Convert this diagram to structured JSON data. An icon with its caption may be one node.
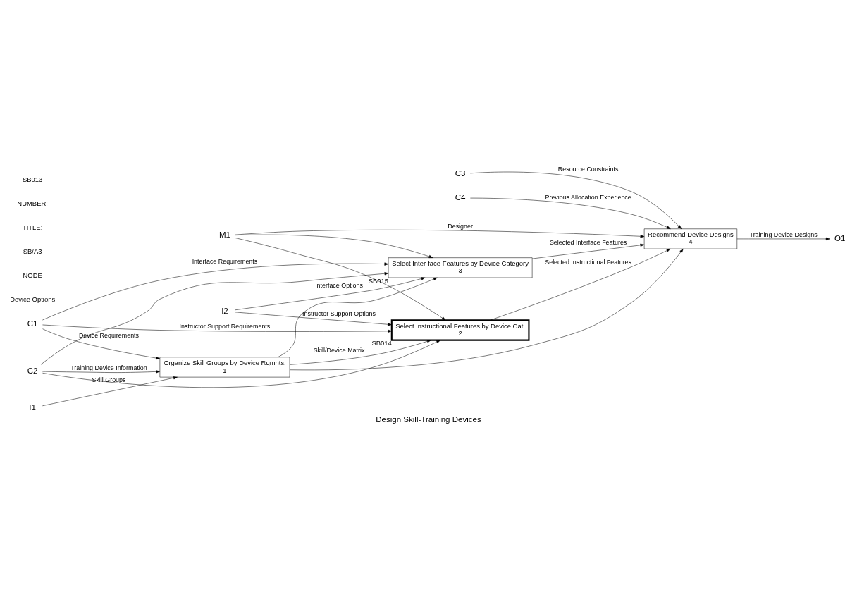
{
  "diagram": {
    "title": "Design Skill-Training Devices",
    "nodes": [
      {
        "text": [
          "C1"
        ]
      },
      {
        "text": [
          "C2"
        ]
      },
      {
        "text": [
          "I1"
        ]
      },
      {
        "text": [
          "I2"
        ]
      },
      {
        "text": [
          "C3"
        ]
      },
      {
        "text": [
          "C4"
        ]
      },
      {
        "text": [
          "M1"
        ]
      },
      {
        "text": [
          "O1"
        ]
      },
      {
        "text": [
          "Organize Skill Groups by Device Rqmnts.",
          "1"
        ]
      },
      {
        "text": [
          "Select Instructional Features by Device Cat.",
          "2"
        ],
        "beside": [
          "SB014"
        ]
      },
      {
        "text": [
          "Select Inter-face Features by Device Category",
          "3"
        ],
        "beside": [
          "SB015"
        ]
      },
      {
        "text": [
          "Recommend Device Designs",
          "4"
        ]
      }
    ],
    "edges": [
      {
        "from": 0,
        "to": 8,
        "arrow": "to",
        "label": "Device Requirements"
      },
      {
        "from": 0,
        "to": 9,
        "arrow": "to",
        "label": "Instructor Support Requirements"
      },
      {
        "from": 0,
        "to": 10,
        "arrow": "to",
        "label": "Interface Requirements"
      },
      {
        "from": 1,
        "to": 8,
        "arrow": "to",
        "label": "Training Device Information"
      },
      {
        "from": 1,
        "to": 9,
        "arrow": "to"
      },
      {
        "from": 1,
        "to": 10,
        "arrow": "to"
      },
      {
        "from": 2,
        "to": 8,
        "arrow": "to",
        "label": "Skill Groups"
      },
      {
        "from": 8,
        "to": 9,
        "arrow": "to",
        "label": "Skill/Device Matrix"
      },
      {
        "from": 8,
        "to": 10,
        "arrow": "to"
      },
      {
        "from": 8,
        "to": 11,
        "arrow": "to"
      },
      {
        "from": 3,
        "to": 9,
        "arrow": "to",
        "label": "Instructor Support Options"
      },
      {
        "from": 3,
        "to": 10,
        "arrow": "to",
        "label": "Interface Options"
      },
      {
        "from": 9,
        "to": 11,
        "arrow": "to",
        "label": "Selected Instructional Features"
      },
      {
        "from": 10,
        "to": 11,
        "arrow": "to",
        "label": "Selected Interface Features"
      },
      {
        "from": 4,
        "to": 11,
        "arrow": "to",
        "label": "Resource Constraints"
      },
      {
        "from": 5,
        "to": 11,
        "arrow": "to",
        "label": "Previous Allocation Experience"
      },
      {
        "from": 11,
        "to": 7,
        "arrow": "to",
        "label": "Training Device Designs"
      },
      {
        "from": 6,
        "to": 11,
        "arrow": "to",
        "label": "Designer"
      },
      {
        "from": 6,
        "to": 10,
        "arrow": "to"
      },
      {
        "from": 6,
        "to": 9,
        "arrow": "to"
      }
    ],
    "labels": [
      "Device Options",
      "NODE",
      "SB/A3",
      "TITLE:",
      "NUMBER:",
      "SB013"
    ]
  }
}
